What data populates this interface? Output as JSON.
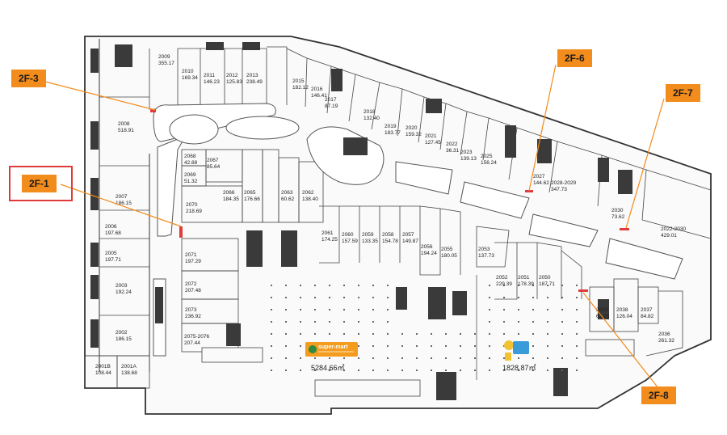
{
  "callouts": [
    {
      "id": "2F-3",
      "label": "2F-3"
    },
    {
      "id": "2F-1",
      "label": "2F-1",
      "highlighted": true
    },
    {
      "id": "2F-6",
      "label": "2F-6"
    },
    {
      "id": "2F-7",
      "label": "2F-7"
    },
    {
      "id": "2F-8",
      "label": "2F-8"
    }
  ],
  "units": [
    {
      "no": "2009",
      "area": "355.17"
    },
    {
      "no": "2010",
      "area": "169.34"
    },
    {
      "no": "2011",
      "area": "146.23"
    },
    {
      "no": "2012",
      "area": "125.83"
    },
    {
      "no": "2013",
      "area": "238.49"
    },
    {
      "no": "2015",
      "area": "182.12"
    },
    {
      "no": "2016",
      "area": "146.41"
    },
    {
      "no": "2017",
      "area": "87.19"
    },
    {
      "no": "2018",
      "area": "132.40"
    },
    {
      "no": "2019",
      "area": "183.77"
    },
    {
      "no": "2020",
      "area": "159.32"
    },
    {
      "no": "2021",
      "area": "127.45"
    },
    {
      "no": "2022",
      "area": "36.31"
    },
    {
      "no": "2023",
      "area": "139.13"
    },
    {
      "no": "2025",
      "area": "156.24"
    },
    {
      "no": "2027",
      "area": "144.62"
    },
    {
      "no": "2028-2029",
      "area": "347.73"
    },
    {
      "no": "2030",
      "area": "73.62"
    },
    {
      "no": "2022-2030",
      "area": "429.01"
    },
    {
      "no": "2008",
      "area": "518.91"
    },
    {
      "no": "2007",
      "area": "186.15"
    },
    {
      "no": "2006",
      "area": "197.68"
    },
    {
      "no": "2005",
      "area": "197.71"
    },
    {
      "no": "2003",
      "area": "192.24"
    },
    {
      "no": "2002",
      "area": "186.15"
    },
    {
      "no": "2001B",
      "area": "108.44"
    },
    {
      "no": "2001A",
      "area": "138.68"
    },
    {
      "no": "2068",
      "area": "42.88"
    },
    {
      "no": "2067",
      "area": "85.64"
    },
    {
      "no": "2069",
      "area": "51.32"
    },
    {
      "no": "2070",
      "area": "218.69"
    },
    {
      "no": "2066",
      "area": "184.35"
    },
    {
      "no": "2065",
      "area": "176.66"
    },
    {
      "no": "2063",
      "area": "60.62"
    },
    {
      "no": "2062",
      "area": "138.40"
    },
    {
      "no": "2061",
      "area": "174.25"
    },
    {
      "no": "2060",
      "area": "157.59"
    },
    {
      "no": "2059",
      "area": "133.35"
    },
    {
      "no": "2058",
      "area": "154.78"
    },
    {
      "no": "2057",
      "area": "149.87"
    },
    {
      "no": "2056",
      "area": "194.24"
    },
    {
      "no": "2055",
      "area": "180.05"
    },
    {
      "no": "2053",
      "area": "137.73"
    },
    {
      "no": "2052",
      "area": "229.39"
    },
    {
      "no": "2051",
      "area": "178.39"
    },
    {
      "no": "2050",
      "area": "187.71"
    },
    {
      "no": "2071",
      "area": "197.29"
    },
    {
      "no": "2072",
      "area": "207.48"
    },
    {
      "no": "2073",
      "area": "236.92"
    },
    {
      "no": "2075-2076",
      "area": "207.44"
    },
    {
      "no": "2039",
      "area": "62.25"
    },
    {
      "no": "2038",
      "area": "126.04"
    },
    {
      "no": "2037",
      "area": "84.82"
    },
    {
      "no": "2036",
      "area": "261.32"
    }
  ],
  "supermarket": {
    "logo_text": "super-mart",
    "area": "5284.66㎡"
  },
  "anchor_right": {
    "area": "1828.87㎡"
  },
  "colors": {
    "callout": "#f28c1c",
    "highlight": "#e03b3b",
    "logo": "#f39c1d",
    "wall": "#333333"
  }
}
